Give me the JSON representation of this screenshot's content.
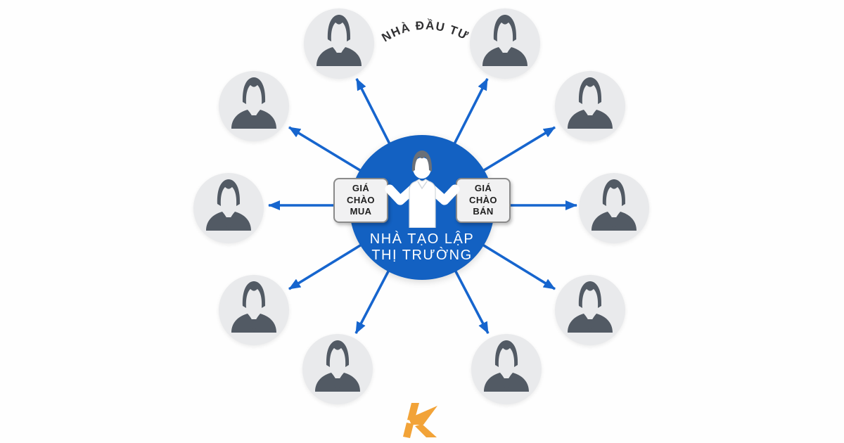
{
  "top_label": {
    "text": "NHÀ ĐẦU TƯ"
  },
  "center": {
    "label_line1": "NHÀ TẠO LẬP",
    "label_line2": "THỊ TRƯỜNG"
  },
  "boxes": {
    "bid": {
      "lines": [
        "GIÁ",
        "CHÀO",
        "MUA"
      ]
    },
    "ask": {
      "lines": [
        "GIÁ",
        "CHÀO",
        "BÁN"
      ]
    }
  },
  "investors": {
    "count": 10,
    "icon": "businessman-icon"
  },
  "logo": {
    "icon": "k-logo"
  },
  "colors": {
    "background": "#FEFEFE",
    "center_blue": "#1361C2",
    "arrow_blue": "#1665CE",
    "investor_circle": "#E9EAEC",
    "person_dark": "#525A64",
    "box_bg": "#F1F1F2",
    "box_border": "#8A8A8A",
    "box_text": "#1E1E1E",
    "center_text": "#FFFFFF",
    "top_label_text": "#303032",
    "logo_orange": "#F2A338",
    "figure_hair": "#6A7078",
    "figure_body": "#FFFFFF",
    "figure_outline": "#D3D8DD"
  }
}
